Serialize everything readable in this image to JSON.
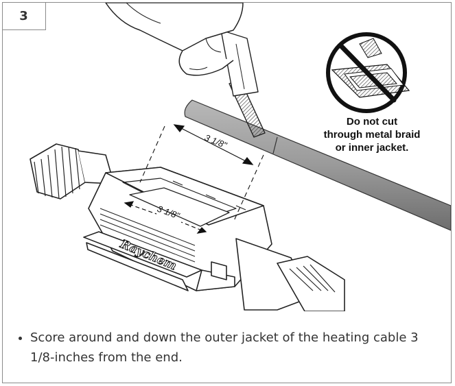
{
  "step": {
    "number": "3"
  },
  "illustration": {
    "dimension_top": "3 1/8\"",
    "dimension_box": "3 1/8\"",
    "brand": "Raychem",
    "warning_line1": "Do not cut",
    "warning_line2": "through metal braid",
    "warning_line3": "or inner jacket.",
    "icon": "no-cut-prohibition-icon"
  },
  "instructions": [
    "Score around and down the outer jacket of the heating cable 3 1/8-inches from the end."
  ]
}
